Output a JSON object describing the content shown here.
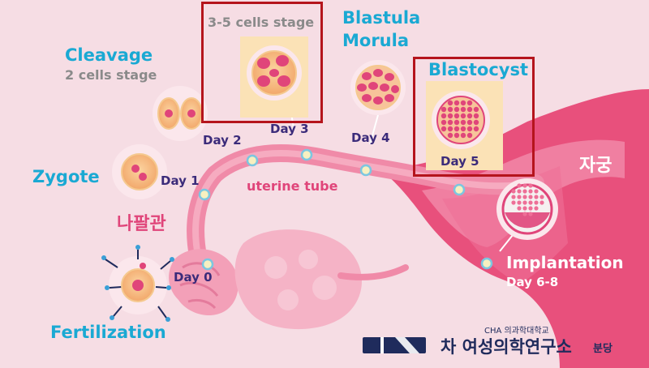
{
  "stages": {
    "fertilization": "Fertilization",
    "zygote": "Zygote",
    "cleavage": "Cleavage",
    "two_cells": "2 cells stage",
    "three_five_cells": "3-5 cells stage",
    "blastula": "Blastula",
    "morula": "Morula",
    "blastocyst": "Blastocyst",
    "implantation": "Implantation"
  },
  "days": {
    "day0": "Day 0",
    "day1": "Day 1",
    "day2": "Day 2",
    "day3": "Day 3",
    "day4": "Day 4",
    "day5": "Day 5",
    "day68": "Day 6-8"
  },
  "anatomy": {
    "uterine_tube": "uterine tube",
    "fallopian_kr": "나팔관",
    "uterus_kr": "자궁"
  },
  "logo": {
    "mark": "CHA",
    "university": "CHA 의과학대학교",
    "institute": "차 여성의학연구소",
    "branch": "분당"
  },
  "colors": {
    "background": "#f6dde4",
    "uterus": "#e8507c",
    "tube": "#f08aa8",
    "title_cyan": "#1aa9d3",
    "day_navy": "#3b2b7a",
    "highlight_box": "#b5141c"
  }
}
